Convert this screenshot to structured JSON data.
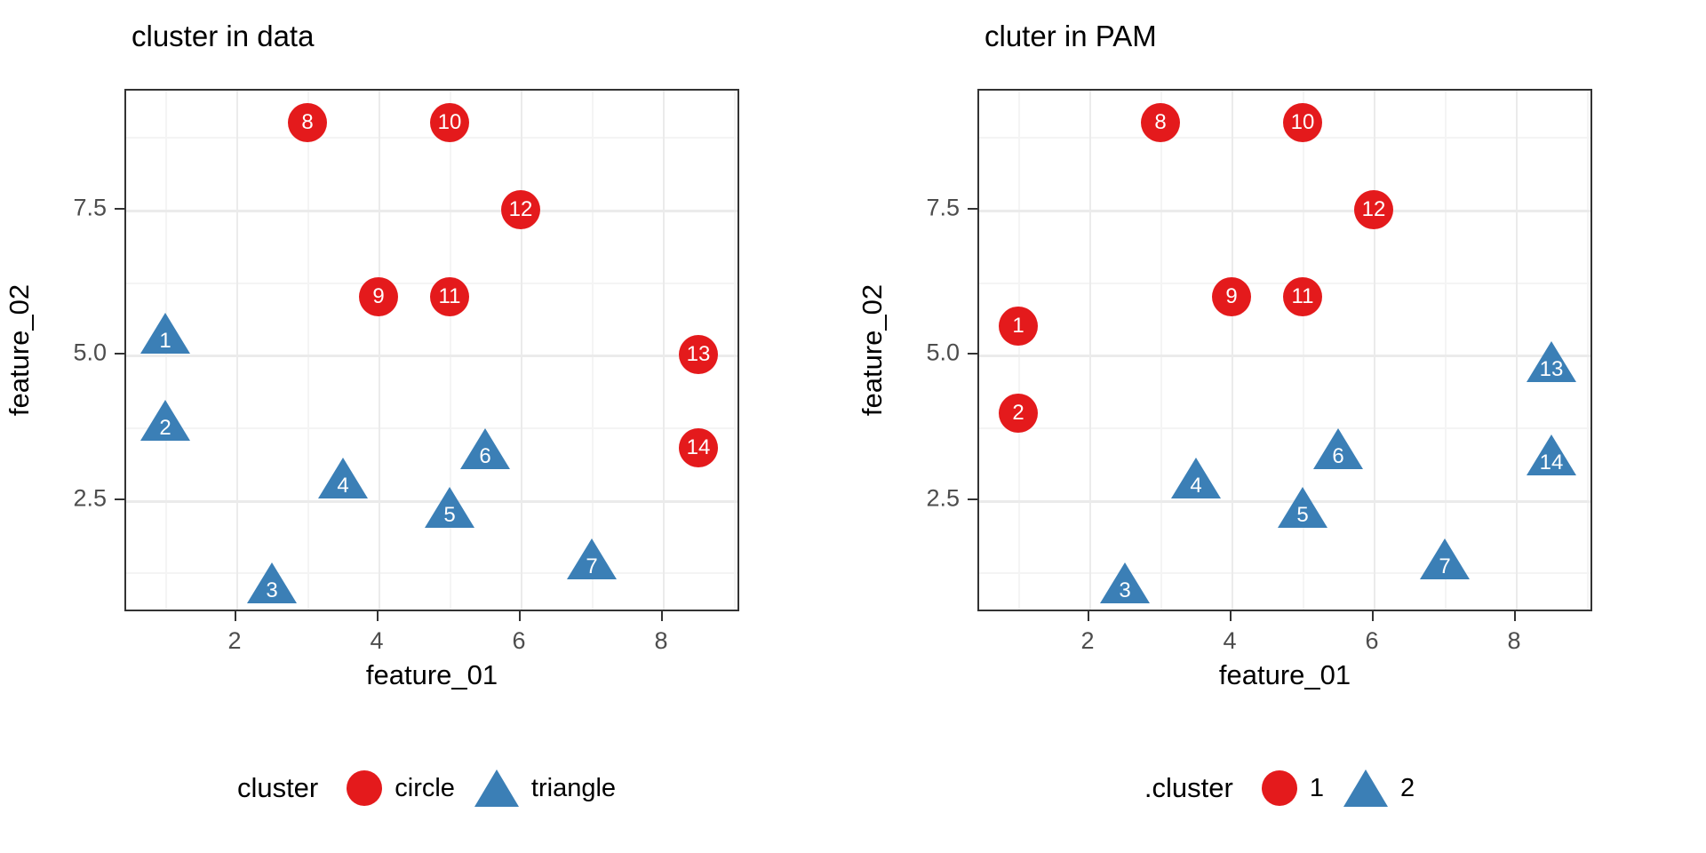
{
  "chart_data": [
    {
      "type": "scatter",
      "title": "cluster in data",
      "xlabel": "feature_01",
      "ylabel": "feature_02",
      "xlim": [
        0.45,
        9.1
      ],
      "ylim": [
        0.55,
        9.55
      ],
      "xticks": [
        2,
        4,
        6,
        8
      ],
      "yticks": [
        2.5,
        5.0,
        7.5
      ],
      "xtick_labels": [
        "2",
        "4",
        "6",
        "8"
      ],
      "ytick_labels": [
        "2.5",
        "5.0",
        "7.5"
      ],
      "grid": true,
      "legend": {
        "position": "bottom",
        "title": "cluster",
        "entries": [
          {
            "label": "circle",
            "shape": "circle",
            "color": "#e41a1c"
          },
          {
            "label": "triangle",
            "shape": "triangle",
            "color": "#3b7fb6"
          }
        ]
      },
      "points": [
        {
          "label": "1",
          "x": 1.0,
          "y": 5.5,
          "shape": "triangle",
          "color": "#3b7fb6"
        },
        {
          "label": "2",
          "x": 1.0,
          "y": 4.0,
          "shape": "triangle",
          "color": "#3b7fb6"
        },
        {
          "label": "3",
          "x": 2.5,
          "y": 1.2,
          "shape": "triangle",
          "color": "#3b7fb6"
        },
        {
          "label": "4",
          "x": 3.5,
          "y": 3.0,
          "shape": "triangle",
          "color": "#3b7fb6"
        },
        {
          "label": "5",
          "x": 5.0,
          "y": 2.5,
          "shape": "triangle",
          "color": "#3b7fb6"
        },
        {
          "label": "6",
          "x": 5.5,
          "y": 3.5,
          "shape": "triangle",
          "color": "#3b7fb6"
        },
        {
          "label": "7",
          "x": 7.0,
          "y": 1.6,
          "shape": "triangle",
          "color": "#3b7fb6"
        },
        {
          "label": "8",
          "x": 3.0,
          "y": 9.0,
          "shape": "circle",
          "color": "#e41a1c"
        },
        {
          "label": "9",
          "x": 4.0,
          "y": 6.0,
          "shape": "circle",
          "color": "#e41a1c"
        },
        {
          "label": "10",
          "x": 5.0,
          "y": 9.0,
          "shape": "circle",
          "color": "#e41a1c"
        },
        {
          "label": "11",
          "x": 5.0,
          "y": 6.0,
          "shape": "circle",
          "color": "#e41a1c"
        },
        {
          "label": "12",
          "x": 6.0,
          "y": 7.5,
          "shape": "circle",
          "color": "#e41a1c"
        },
        {
          "label": "13",
          "x": 8.5,
          "y": 5.0,
          "shape": "circle",
          "color": "#e41a1c"
        },
        {
          "label": "14",
          "x": 8.5,
          "y": 3.4,
          "shape": "circle",
          "color": "#e41a1c"
        }
      ]
    },
    {
      "type": "scatter",
      "title": "cluter in PAM",
      "xlabel": "feature_01",
      "ylabel": "feature_02",
      "xlim": [
        0.45,
        9.1
      ],
      "ylim": [
        0.55,
        9.55
      ],
      "xticks": [
        2,
        4,
        6,
        8
      ],
      "yticks": [
        2.5,
        5.0,
        7.5
      ],
      "xtick_labels": [
        "2",
        "4",
        "6",
        "8"
      ],
      "ytick_labels": [
        "2.5",
        "5.0",
        "7.5"
      ],
      "grid": true,
      "legend": {
        "position": "bottom",
        "title": ".cluster",
        "entries": [
          {
            "label": "1",
            "shape": "circle",
            "color": "#e41a1c"
          },
          {
            "label": "2",
            "shape": "triangle",
            "color": "#3b7fb6"
          }
        ]
      },
      "points": [
        {
          "label": "1",
          "x": 1.0,
          "y": 5.5,
          "shape": "circle",
          "color": "#e41a1c"
        },
        {
          "label": "2",
          "x": 1.0,
          "y": 4.0,
          "shape": "circle",
          "color": "#e41a1c"
        },
        {
          "label": "3",
          "x": 2.5,
          "y": 1.2,
          "shape": "triangle",
          "color": "#3b7fb6"
        },
        {
          "label": "4",
          "x": 3.5,
          "y": 3.0,
          "shape": "triangle",
          "color": "#3b7fb6"
        },
        {
          "label": "5",
          "x": 5.0,
          "y": 2.5,
          "shape": "triangle",
          "color": "#3b7fb6"
        },
        {
          "label": "6",
          "x": 5.5,
          "y": 3.5,
          "shape": "triangle",
          "color": "#3b7fb6"
        },
        {
          "label": "7",
          "x": 7.0,
          "y": 1.6,
          "shape": "triangle",
          "color": "#3b7fb6"
        },
        {
          "label": "8",
          "x": 3.0,
          "y": 9.0,
          "shape": "circle",
          "color": "#e41a1c"
        },
        {
          "label": "9",
          "x": 4.0,
          "y": 6.0,
          "shape": "circle",
          "color": "#e41a1c"
        },
        {
          "label": "10",
          "x": 5.0,
          "y": 9.0,
          "shape": "circle",
          "color": "#e41a1c"
        },
        {
          "label": "11",
          "x": 5.0,
          "y": 6.0,
          "shape": "circle",
          "color": "#e41a1c"
        },
        {
          "label": "12",
          "x": 6.0,
          "y": 7.5,
          "shape": "circle",
          "color": "#e41a1c"
        },
        {
          "label": "13",
          "x": 8.5,
          "y": 5.0,
          "shape": "triangle",
          "color": "#3b7fb6"
        },
        {
          "label": "14",
          "x": 8.5,
          "y": 3.4,
          "shape": "triangle",
          "color": "#3b7fb6"
        }
      ]
    }
  ],
  "colors": {
    "cluster_red": "#e41a1c",
    "cluster_blue": "#3b7fb6",
    "grid": "#ebebeb",
    "axis": "#333333",
    "tick_text": "#4d4d4d",
    "background": "#ffffff"
  }
}
